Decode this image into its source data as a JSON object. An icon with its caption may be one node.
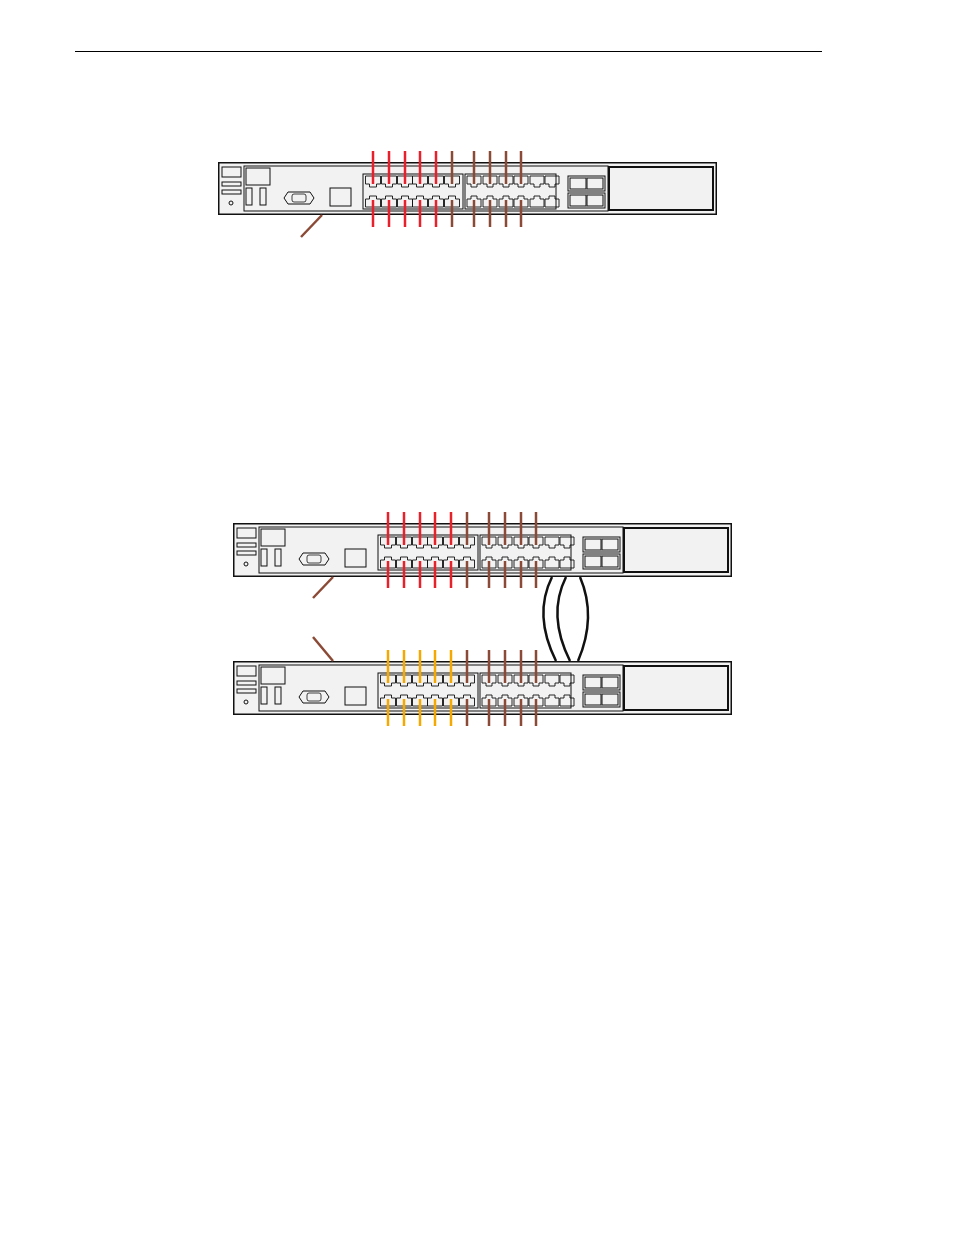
{
  "diagram": {
    "nodes": [
      {
        "text": [],
        "shape": "box"
      },
      {
        "text": [],
        "shape": "box"
      },
      {
        "text": [],
        "shape": "box"
      }
    ],
    "edges": [
      {
        "from": null,
        "to": 0,
        "arrow": "none",
        "color": "#8b4a36"
      },
      {
        "from": null,
        "to": 1,
        "arrow": "none",
        "color": "#8b4a36"
      },
      {
        "from": null,
        "to": 2,
        "arrow": "none",
        "color": "#8b4a36"
      },
      {
        "from": 1,
        "to": 2,
        "arrow": "none",
        "color": "#111111"
      },
      {
        "from": 1,
        "to": 2,
        "arrow": "none",
        "color": "#111111"
      },
      {
        "from": 1,
        "to": 2,
        "arrow": "none",
        "color": "#111111"
      }
    ]
  }
}
